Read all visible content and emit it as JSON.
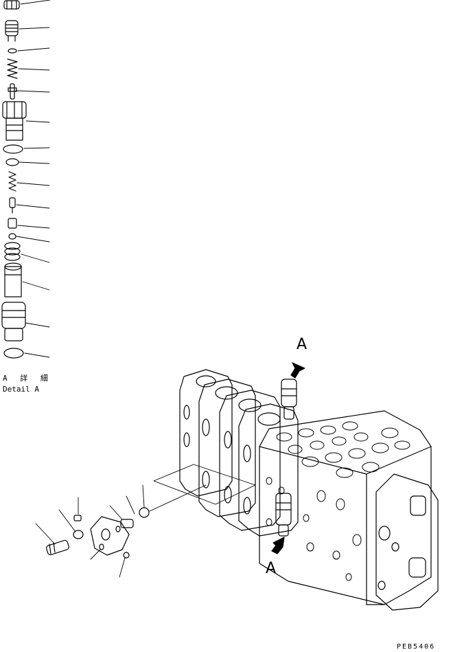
{
  "labels": {
    "detail_ja": "A 詳 細",
    "detail_en": "Detail A",
    "view_arrow_top": "A",
    "view_arrow_bottom": "A",
    "drawing_code": "PEB5406"
  }
}
